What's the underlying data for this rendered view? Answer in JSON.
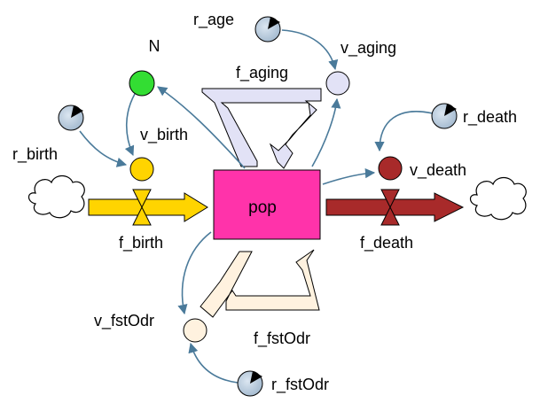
{
  "diagram": {
    "stock": {
      "label": "pop",
      "color": "#ff33aa"
    },
    "variables": {
      "N": {
        "label": "N",
        "color": "#33dd33"
      },
      "v_birth": {
        "label": "v_birth",
        "color": "#ffd400"
      },
      "v_aging": {
        "label": "v_aging",
        "color": "#e2e2f6"
      },
      "v_death": {
        "label": "v_death",
        "color": "#a82a2a"
      },
      "v_fstOdr": {
        "label": "v_fstOdr",
        "color": "#fff2df"
      }
    },
    "parameters": {
      "r_age": {
        "label": "r_age"
      },
      "r_birth": {
        "label": "r_birth"
      },
      "r_death": {
        "label": "r_death"
      },
      "r_fstOdr": {
        "label": "r_fstOdr"
      }
    },
    "flows": {
      "f_birth": {
        "label": "f_birth",
        "color": "#ffd400"
      },
      "f_death": {
        "label": "f_death",
        "color": "#a82a2a"
      },
      "f_aging": {
        "label": "f_aging",
        "color": "#e2e2f6"
      },
      "f_fstOdr": {
        "label": "f_fstOdr",
        "color": "#fff2df"
      }
    },
    "colors": {
      "link": "#4a7a9a",
      "parameter_fill": "#b4c6da",
      "outline": "#000000"
    },
    "icons": [
      "cloud-icon",
      "dial-icon",
      "valve-icon"
    ]
  }
}
